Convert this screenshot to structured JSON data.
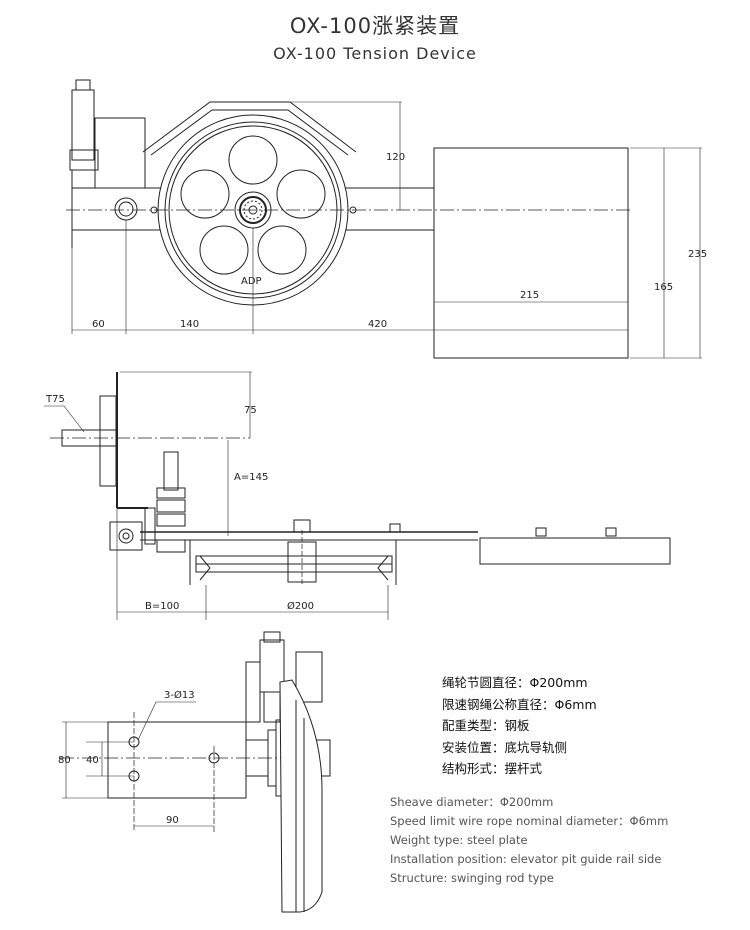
{
  "title": {
    "cn": "OX-100涨紧装置",
    "en": "OX-100  Tension Device"
  },
  "view1": {
    "dim_120": "120",
    "dim_235": "235",
    "dim_165": "165",
    "dim_215": "215",
    "dim_60": "60",
    "dim_140": "140",
    "dim_420": "420",
    "wheel_label": "ADP"
  },
  "view2": {
    "t75": "T75",
    "dim_75": "75",
    "dim_a": "A=145",
    "dim_b": "B=100",
    "dim_d": "Ø200"
  },
  "view3": {
    "holes": "3-Ø13",
    "dim_80": "80",
    "dim_40": "40",
    "dim_90": "90"
  },
  "specs_cn": [
    "绳轮节圆直径：Φ200mm",
    "限速钢绳公称直径：Φ6mm",
    "配重类型：钢板",
    "安装位置：底坑导轨侧",
    "结构形式：摆杆式"
  ],
  "specs_en": [
    "Sheave diameter：Φ200mm",
    "Speed limit wire rope nominal diameter：Φ6mm",
    "Weight  type: steel plate",
    "Installation position: elevator pit guide rail side",
    "Structure: swinging rod type"
  ]
}
